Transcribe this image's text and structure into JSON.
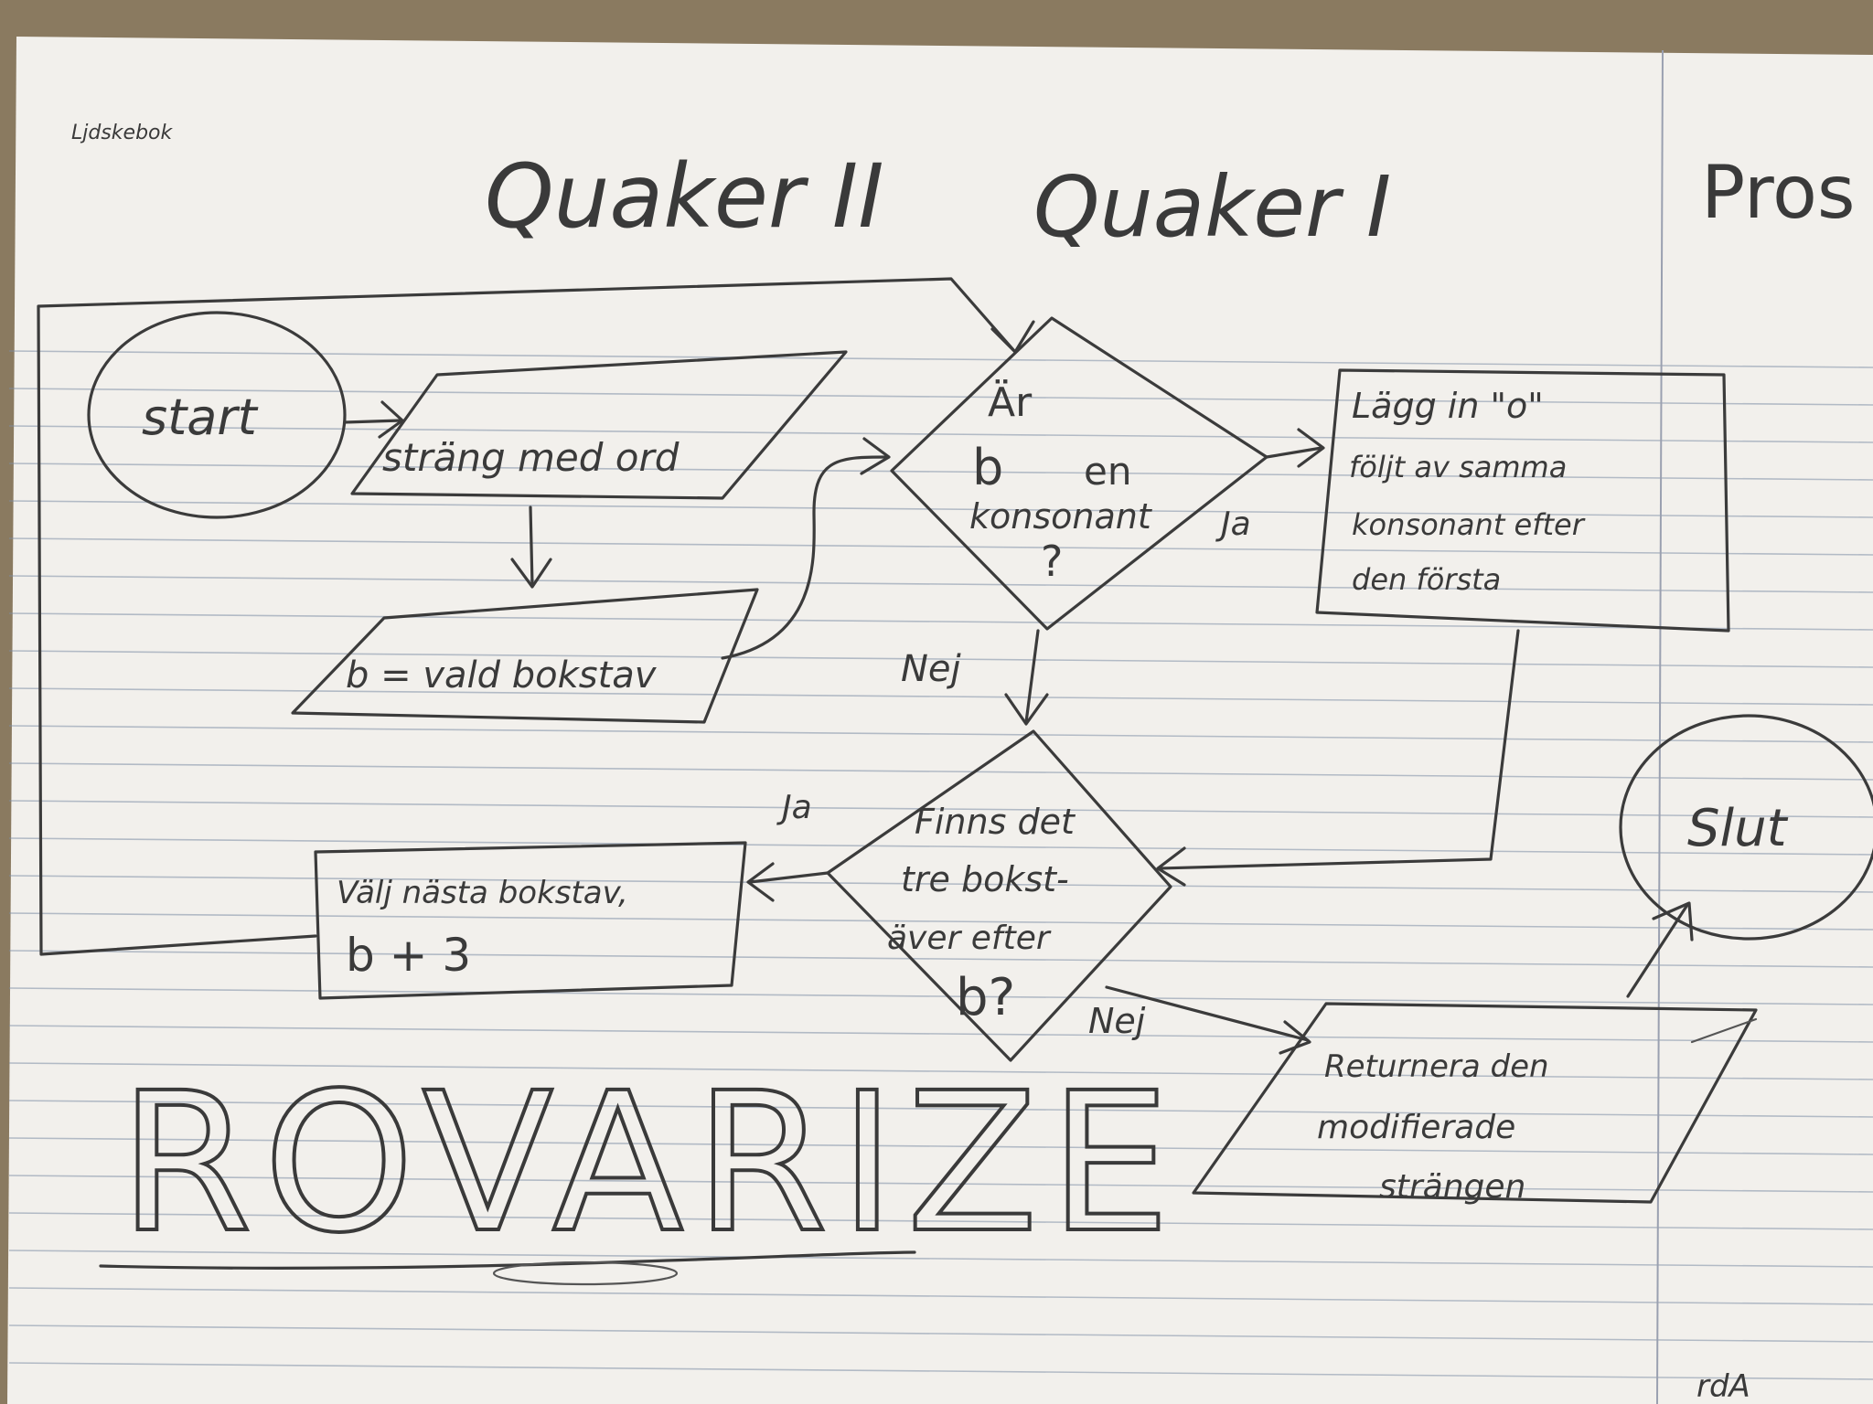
{
  "notebook": {
    "corner_note": "Ljdskebok",
    "side_heading": "Pros",
    "side_bottom_note": "rdA",
    "paper_color": "#f2f0ec",
    "line_color": "#7e8fa6",
    "margin_line_color": "#b86a6a"
  },
  "titles": {
    "left": "Quaker II",
    "right": "Quaker I",
    "bottom_banner": "ROVARIZE"
  },
  "flowchart": {
    "start_label": "start",
    "input_label": "sträng med ord",
    "assign_label": "b = vald bokstav",
    "decision1": {
      "line1": "Är",
      "line2": "b",
      "line3": "en",
      "line4": "konsonant",
      "line5": "?"
    },
    "decision1_yes": "Ja",
    "decision1_no": "Nej",
    "process_insert": {
      "line1": "Lägg in \"o\"",
      "line2": "följt av samma",
      "line3": "konsonant efter",
      "line4": "den första"
    },
    "decision2": {
      "line1": "Finns det",
      "line2": "tre bokst-",
      "line3": "äver efter",
      "line4": "b?"
    },
    "decision2_yes": "Ja",
    "decision2_no": "Nej",
    "process_next": {
      "line1": "Välj nästa bokstav,",
      "line2": "b + 3"
    },
    "output_label": {
      "line1": "Returnera den",
      "line2": "modifierade",
      "line3": "strängen"
    },
    "end_label": "Slut"
  }
}
